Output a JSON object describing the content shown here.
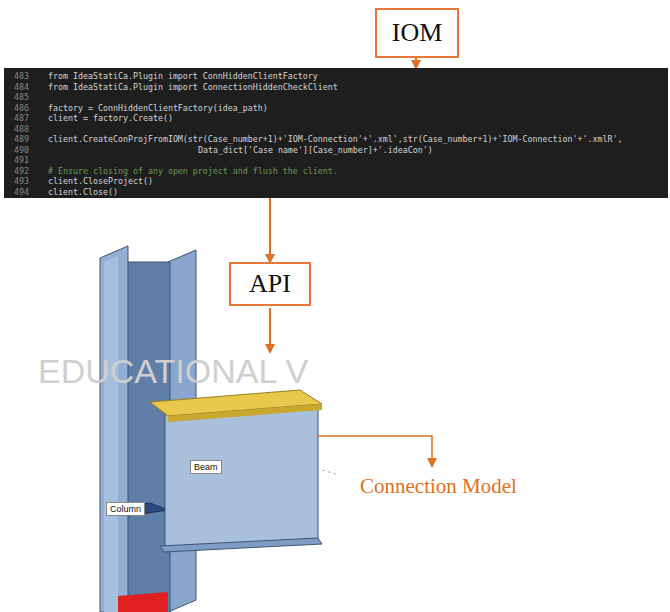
{
  "diagram": {
    "nodes": [
      {
        "text": [
          "IOM"
        ]
      },
      {
        "text": [
          "483",
          "484",
          "485",
          "486",
          "487",
          "488",
          "489",
          "490",
          "491",
          "492",
          "493",
          "494",
          "from IdeaStatiCa.Plugin import ConnHiddenClientFactory",
          "from IdeaStatiCa.Plugin import ConnectionHiddenCheckClient",
          "factory = ConnHiddenClientFactory(idea_path)",
          "client = factory.Create()",
          "client.CreateConProjFromIOM(str(Case_number+1)+'IOM-Connection'+'.xml',str(Case_number+1)+'IOM-Connection'+'.xmlR',",
          "Data_dict['Case name'][Case_number]+'.ideaCon')",
          "# Ensure closing of any open project and flush the client.",
          "client.CloseProject()",
          "client.Close()"
        ]
      },
      {
        "text": [
          "API"
        ]
      }
    ],
    "edges": [
      {
        "from": 0,
        "to": 1,
        "arrow": "to"
      },
      {
        "from": 1,
        "to": 2,
        "arrow": "to"
      }
    ],
    "labels": [
      "EDUCATIONAL V",
      "Beam",
      "Column",
      "Connection Model"
    ]
  }
}
